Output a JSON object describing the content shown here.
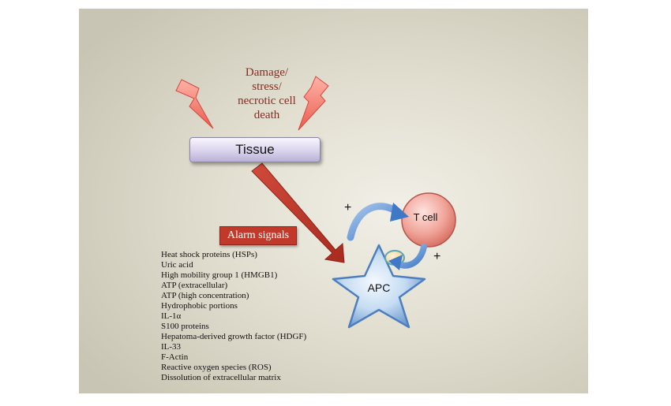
{
  "damage": [
    "Damage/",
    "stress/",
    "necrotic cell",
    "death"
  ],
  "tissue_label": "Tissue",
  "alarm_label": "Alarm signals",
  "signals": [
    "Heat shock proteins (HSPs)",
    "Uric acid",
    "High mobility group 1 (HMGB1)",
    "ATP (extracellular)",
    "ATP (high concentration)",
    "Hydrophobic portions",
    "IL-1α",
    "S100 proteins",
    "Hepatoma-derived growth factor (HDGF)",
    "IL-33",
    "F-Actin",
    "Reactive oxygen species (ROS)",
    "Dissolution of extracellular matrix"
  ],
  "tcell_label": "T cell",
  "apc_label": "APC",
  "plus_signs": [
    "+",
    "+"
  ],
  "colors": {
    "damage_text": "#8c2a1f",
    "alarm_box": "#c0392b",
    "arrow": "#c0392b",
    "tissue_box": "#d9d3ec",
    "apc_star": "#8fb7df",
    "tcell": "#e88b80",
    "curved_arrows": "#5a8fd8"
  },
  "icons": [
    "lightning-bolt-icon",
    "lightning-bolt-icon",
    "apc-star-shape",
    "t-cell-circle"
  ]
}
